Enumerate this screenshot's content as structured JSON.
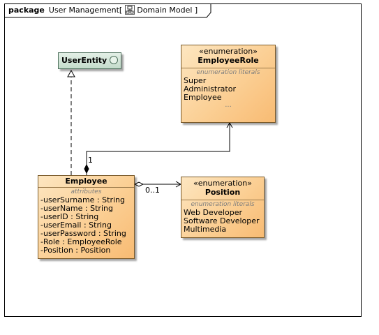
{
  "package": {
    "keyword": "package",
    "title": "User Management[",
    "diagram_name": "Domain Model ]",
    "icon": "class-diagram-icon"
  },
  "interface": {
    "name": "UserEntity",
    "icon": "interface-circle-icon"
  },
  "employee_role": {
    "stereotype": "«enumeration»",
    "name": "EmployeeRole",
    "section": "enumeration literals",
    "literals": [
      "Super",
      "Administrator",
      "Employee"
    ],
    "more": "..."
  },
  "employee": {
    "name": "Employee",
    "section": "attributes",
    "attributes": [
      {
        "name": "-userSurname",
        "type": " : String"
      },
      {
        "name": "-userName",
        "type": " : String"
      },
      {
        "name": "-userID",
        "type": " : String"
      },
      {
        "name": "-userEmail",
        "type": " : String"
      },
      {
        "name": "-userPassword",
        "type": " : String"
      },
      {
        "name": "-Role",
        "type": " : EmployeeRole"
      },
      {
        "name": "-Position",
        "type": " : Position"
      }
    ]
  },
  "position": {
    "stereotype": "«enumeration»",
    "name": "Position",
    "section": "enumeration literals",
    "literals": [
      "Web Developer",
      "Software Developer",
      "Multimedia"
    ]
  },
  "associations": {
    "role_multiplicity": "1",
    "position_multiplicity": "0..1"
  }
}
